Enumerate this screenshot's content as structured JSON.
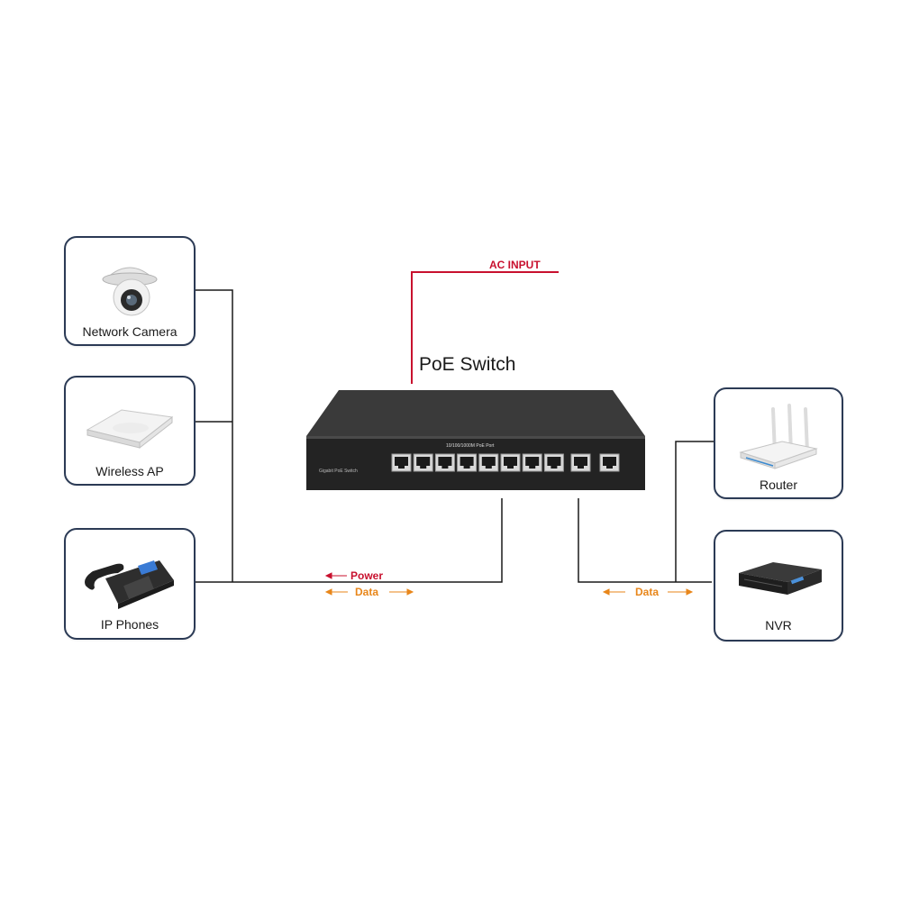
{
  "devices": {
    "network_camera": {
      "label": "Network Camera"
    },
    "wireless_ap": {
      "label": "Wireless AP"
    },
    "ip_phones": {
      "label": "IP Phones"
    },
    "router": {
      "label": "Router"
    },
    "nvr": {
      "label": "NVR"
    }
  },
  "switch": {
    "title": "PoE Switch",
    "ac_input_label": "AC INPUT",
    "panel_brand": "Gigabit PoE Switch",
    "port_header": "10/100/1000M PoE Port",
    "poe_port_count": 8,
    "uplink_port_count": 2
  },
  "flows": {
    "left_power": "Power",
    "left_data": "Data",
    "right_data": "Data"
  },
  "colors": {
    "card_border": "#2b3a55",
    "power_line": "#c8102e",
    "data_arrow": "#e8861a",
    "cable": "#1a1a1a",
    "switch_body": "#2a2a2a"
  }
}
